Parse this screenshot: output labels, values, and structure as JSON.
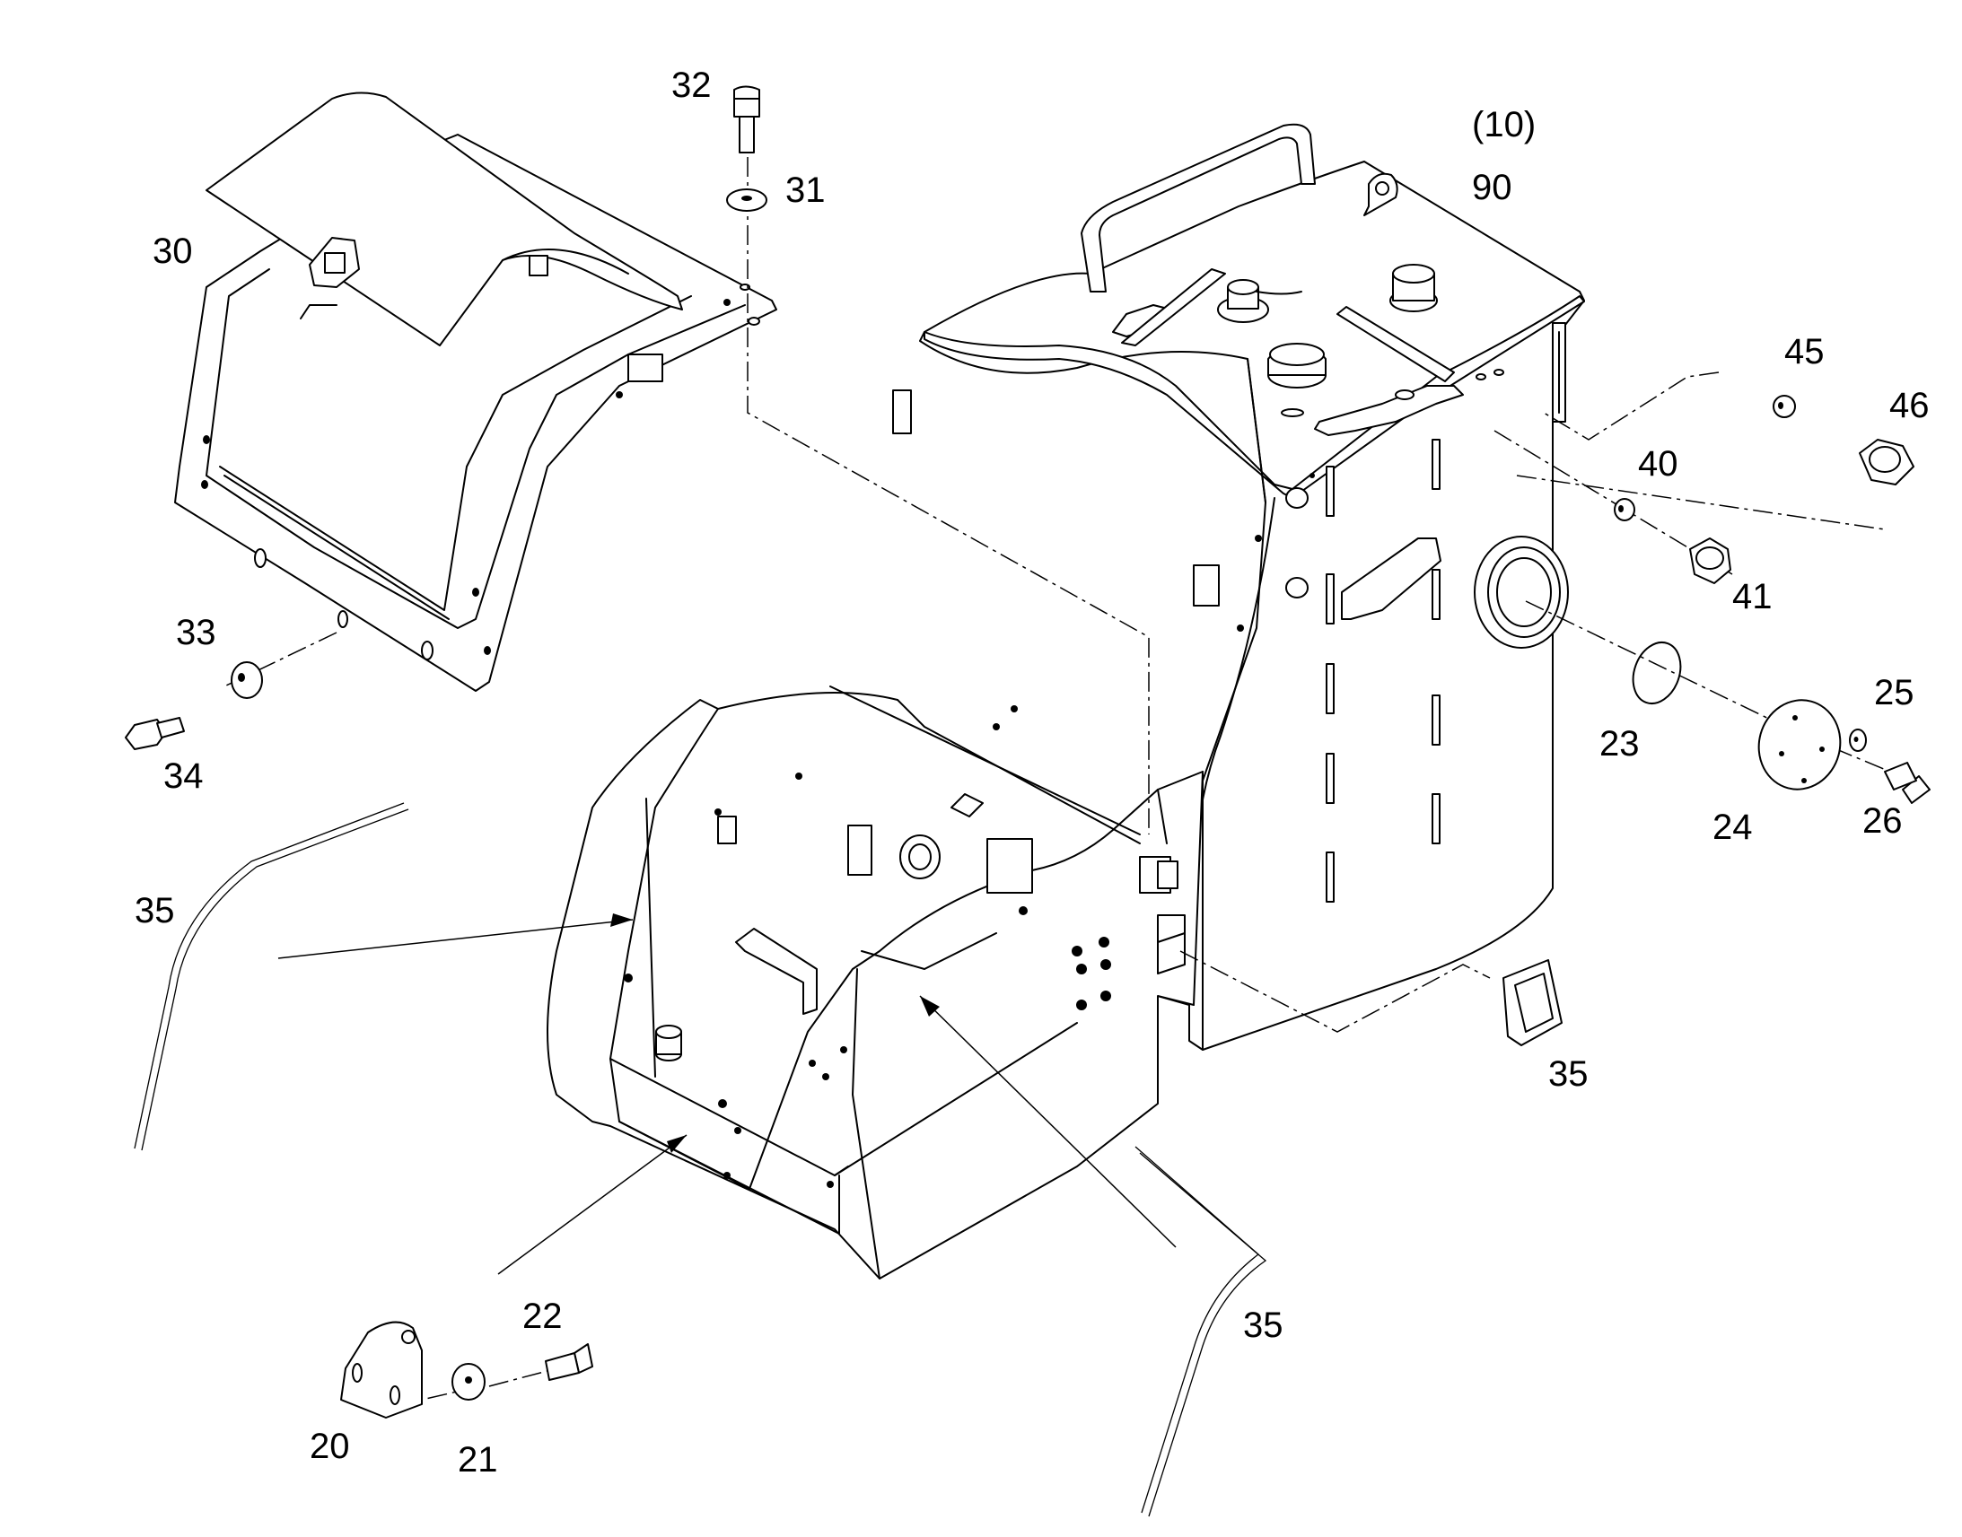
{
  "labels": {
    "p10": "(10)",
    "p90": "90",
    "p20": "20",
    "p21": "21",
    "p22": "22",
    "p23": "23",
    "p24": "24",
    "p25": "25",
    "p26": "26",
    "p30": "30",
    "p31": "31",
    "p32": "32",
    "p33": "33",
    "p34": "34",
    "p35a": "35",
    "p35b": "35",
    "p35c": "35",
    "p40": "40",
    "p41": "41",
    "p45": "45",
    "p46": "46"
  }
}
